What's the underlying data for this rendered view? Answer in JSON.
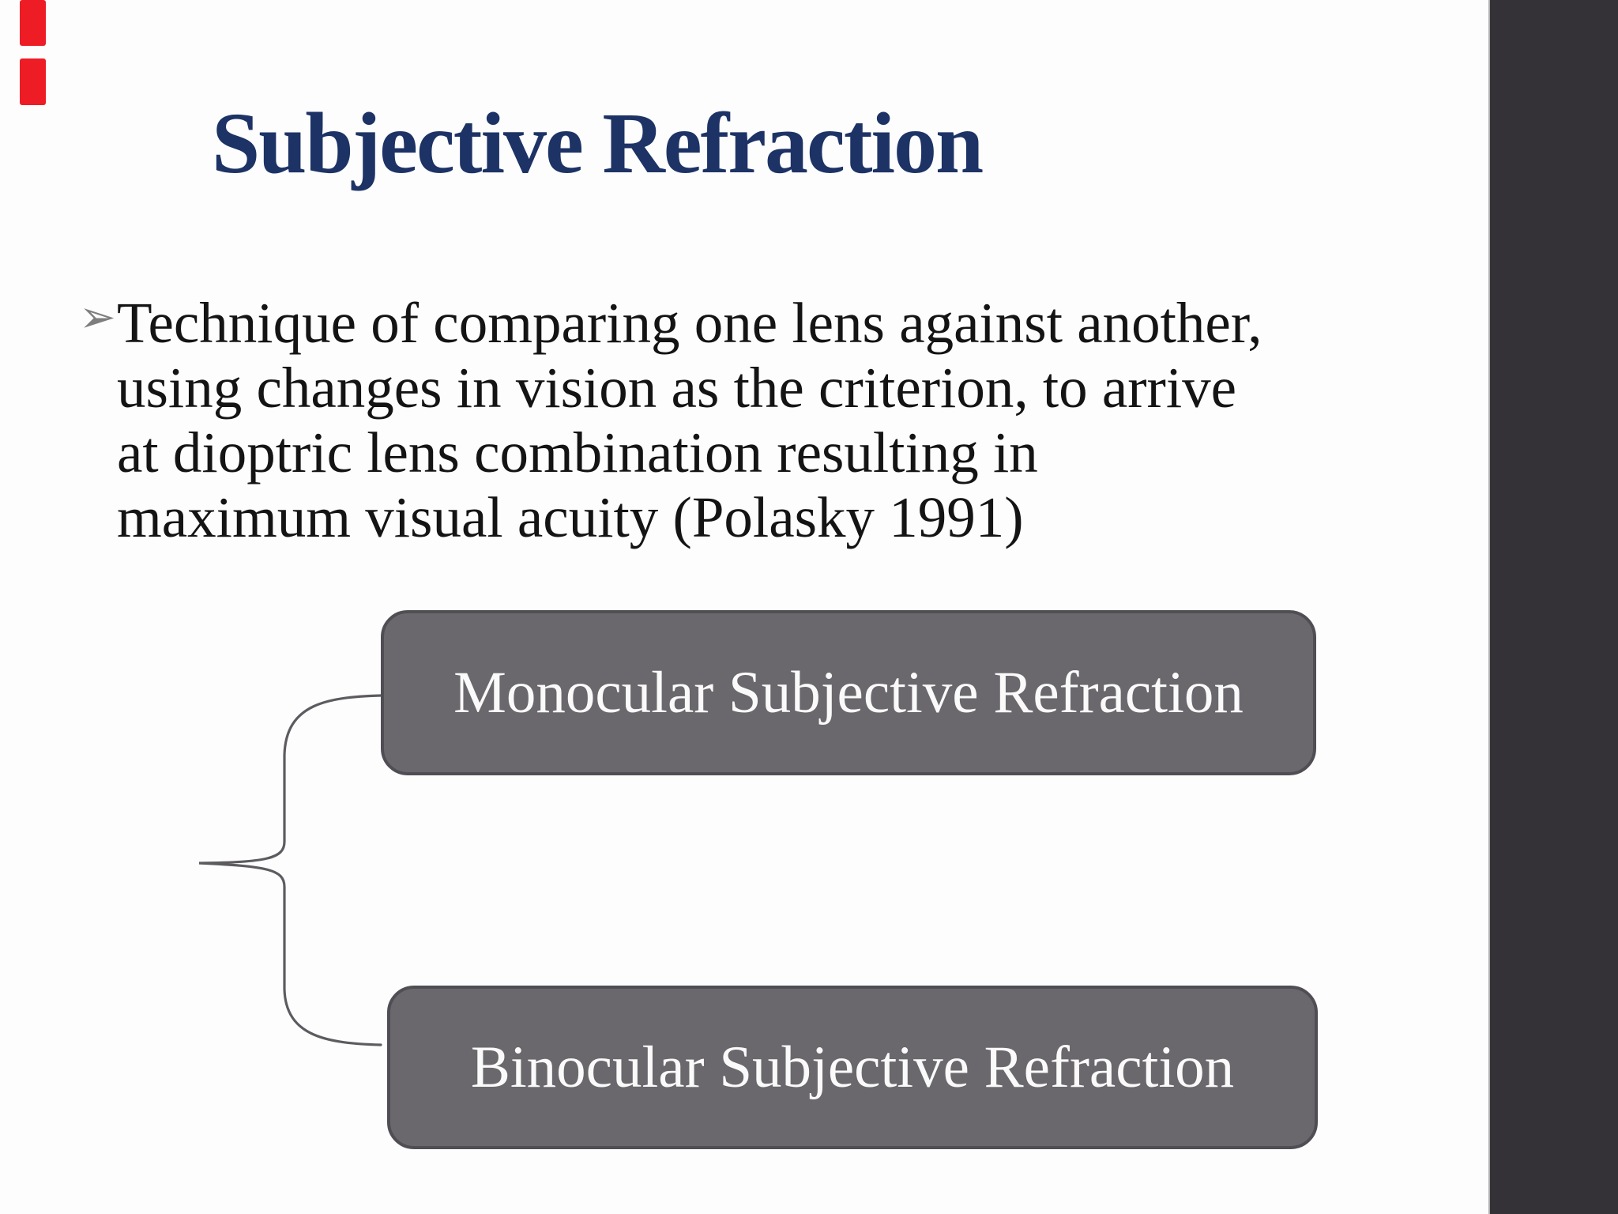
{
  "slide": {
    "title": "Subjective Refraction",
    "bullet": {
      "marker": "➢",
      "text": "Technique of comparing one lens against another,\nusing changes in vision as the criterion, to arrive\nat dioptric lens combination resulting in\nmaximum visual acuity (Polasky 1991)"
    },
    "diagram": {
      "connector": "left-curly-brace",
      "nodes": [
        {
          "label": "Monocular Subjective Refraction"
        },
        {
          "label": "Binocular Subjective Refraction"
        }
      ]
    }
  },
  "decorations": {
    "red_edge_marks": 2
  },
  "colors": {
    "slide_bg": "#fdfdfd",
    "title_navy": "#1d3366",
    "body_text": "#141414",
    "node_fill": "#6a686c",
    "node_border": "#504e54",
    "node_text": "#fbfafa",
    "brace_gray": "#5d5b60",
    "sidebar_dark": "#343237",
    "sidebar_divider": "#aeaeae",
    "red_mark": "#ee1c25"
  }
}
